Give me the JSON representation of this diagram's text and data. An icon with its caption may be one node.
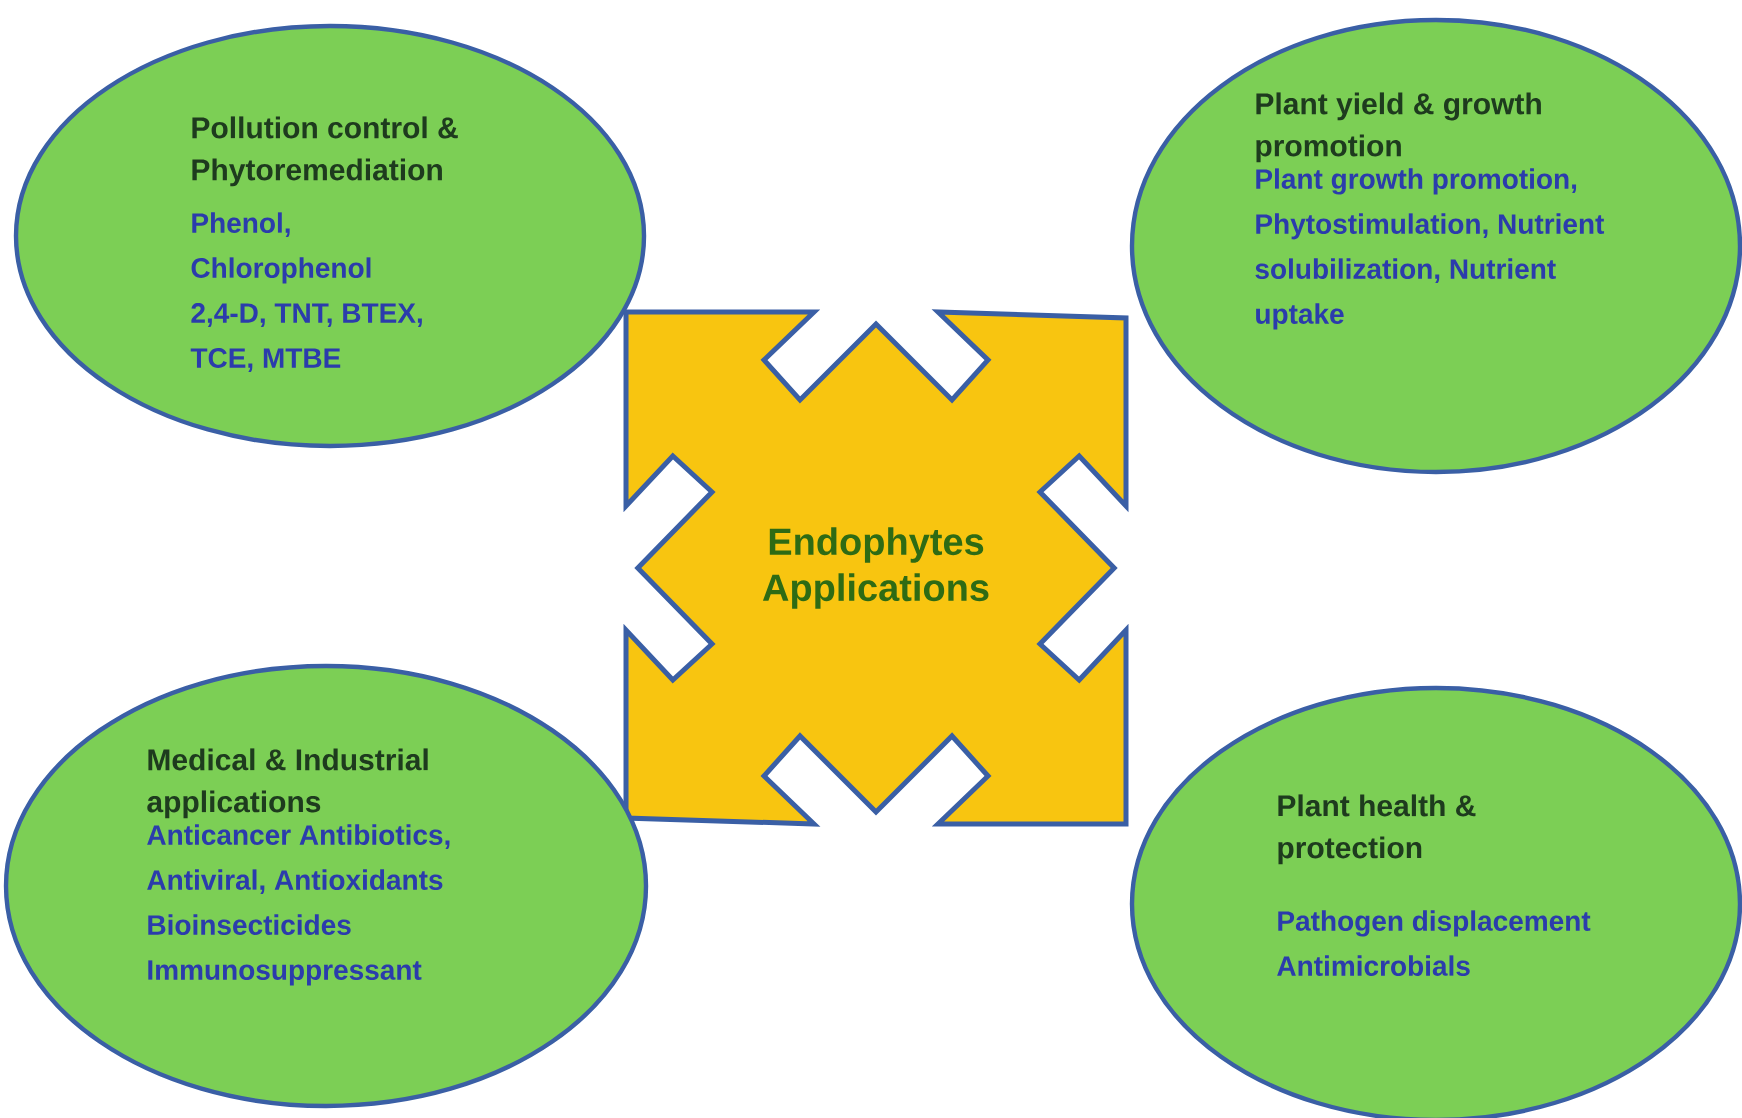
{
  "diagram": {
    "nodes": [
      {
        "text": [
          "Pollution control & Phytoremediation",
          "Phenol, Chlorophenol 2,4-D, TNT, BTEX, TCE, MTBE"
        ]
      },
      {
        "text": [
          "Plant yield & growth promotion",
          "Plant growth promotion, Phytostimulation, Nutrient solubilization, Nutrient uptake"
        ]
      },
      {
        "text": [
          "Endophytes Applications"
        ]
      },
      {
        "text": [
          "Medical & Industrial applications",
          "Anticancer Antibiotics, Antiviral, Antioxidants Bioinsecticides Immunosuppressant"
        ]
      },
      {
        "text": [
          "Plant health & protection",
          "Pathogen displacement Antimicrobials"
        ]
      }
    ]
  }
}
